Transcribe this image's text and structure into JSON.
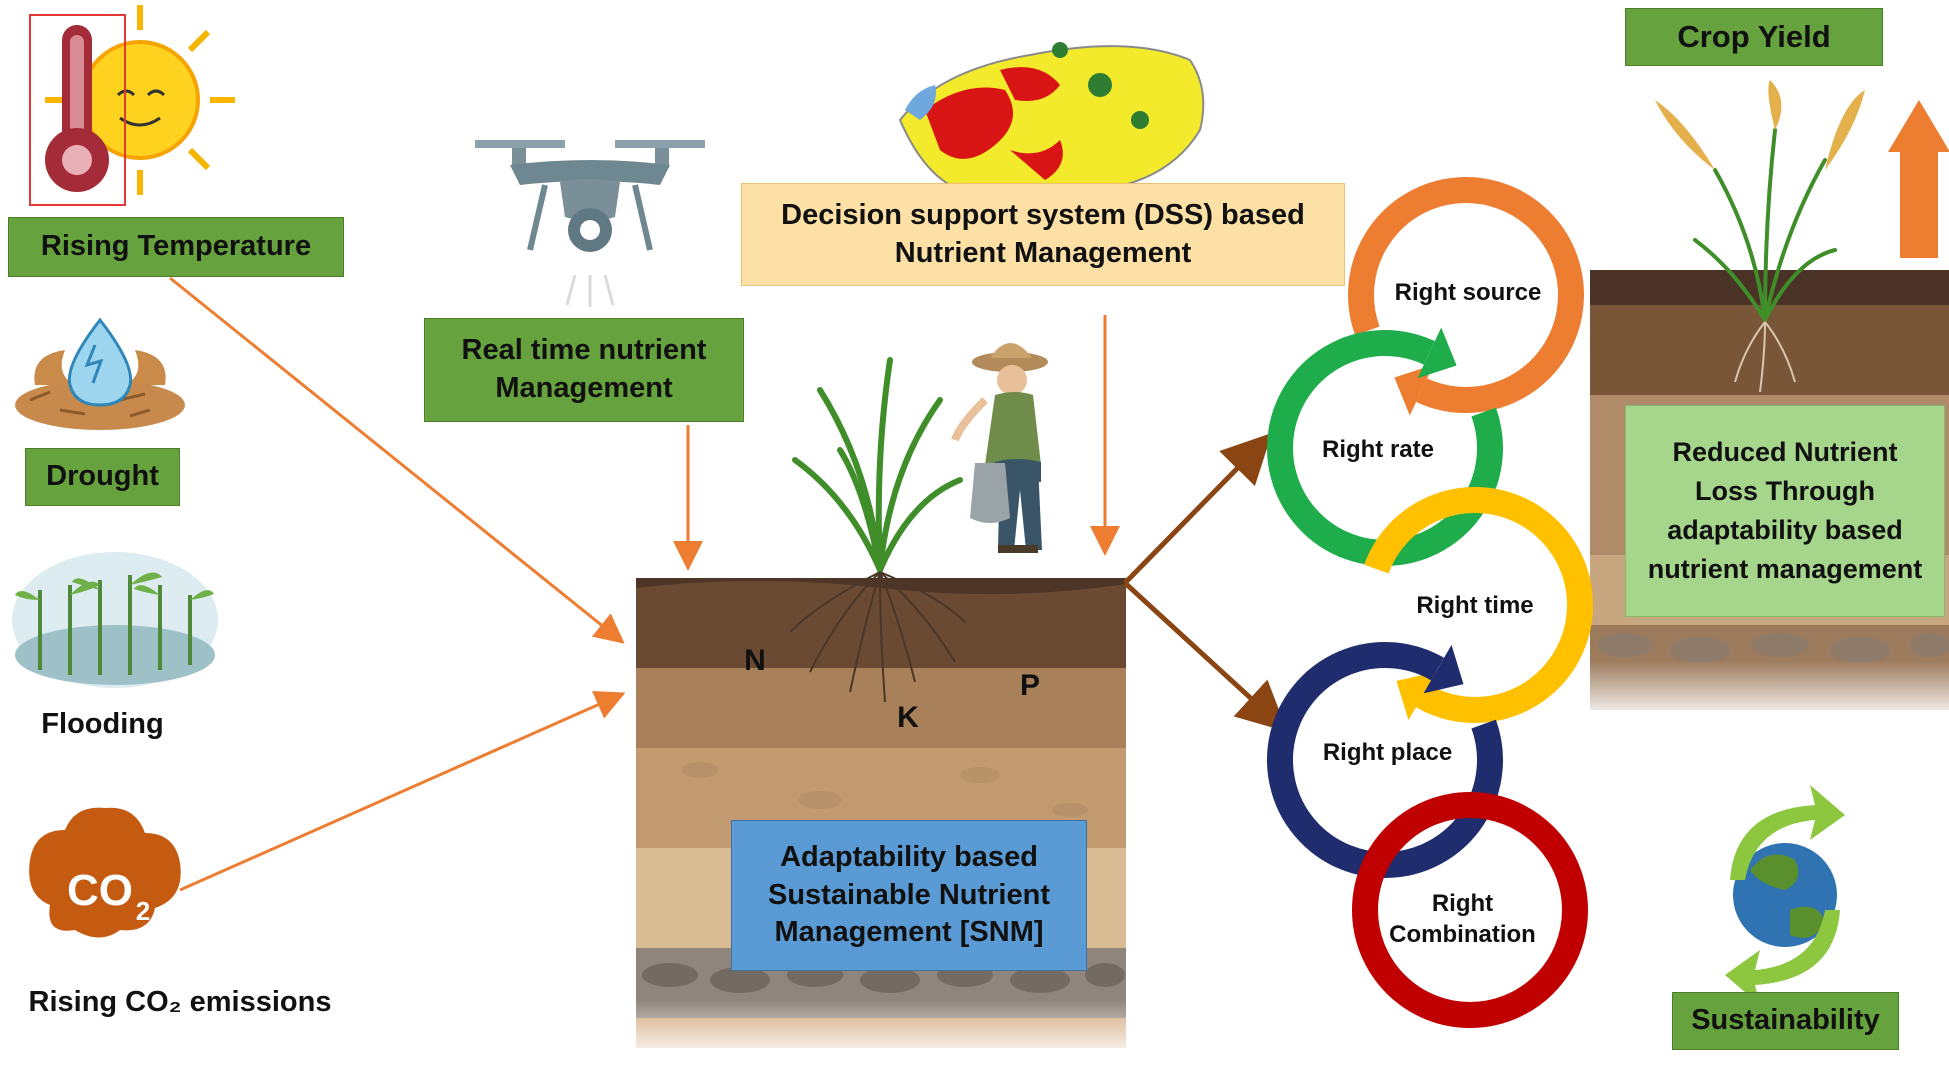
{
  "climate_factors": {
    "temperature": "Rising Temperature",
    "drought": "Drought",
    "flooding": "Flooding",
    "co2_emissions": "Rising CO₂ emissions",
    "co2_icon_text": "CO2"
  },
  "technologies": {
    "real_time": "Real time nutrient Management",
    "dss": "Decision support system (DSS) based Nutrient Management"
  },
  "soil": {
    "nutrients": [
      "N",
      "P",
      "K"
    ],
    "center_label": "Adaptability based Sustainable Nutrient Management [SNM]"
  },
  "four_r": [
    {
      "label": "Right source",
      "color": "#ed7d31"
    },
    {
      "label": "Right rate",
      "color": "#1fac4b"
    },
    {
      "label": "Right time",
      "color": "#ffc000"
    },
    {
      "label": "Right place",
      "color": "#1f2d6e"
    },
    {
      "label": "Right Combination",
      "color": "#c00000"
    }
  ],
  "outcomes": {
    "crop_yield": "Crop Yield",
    "reduced_loss": "Reduced Nutrient Loss Through adaptability based nutrient management",
    "sustainability": "Sustainability"
  },
  "colors": {
    "orange_arrow": "#ed7d31",
    "brown_arrow": "#8b4513",
    "label_green": "#66a23d",
    "label_light_green": "#a6d58c",
    "dss_box": "#fde0a6",
    "snm_box": "#5b9bd5"
  }
}
